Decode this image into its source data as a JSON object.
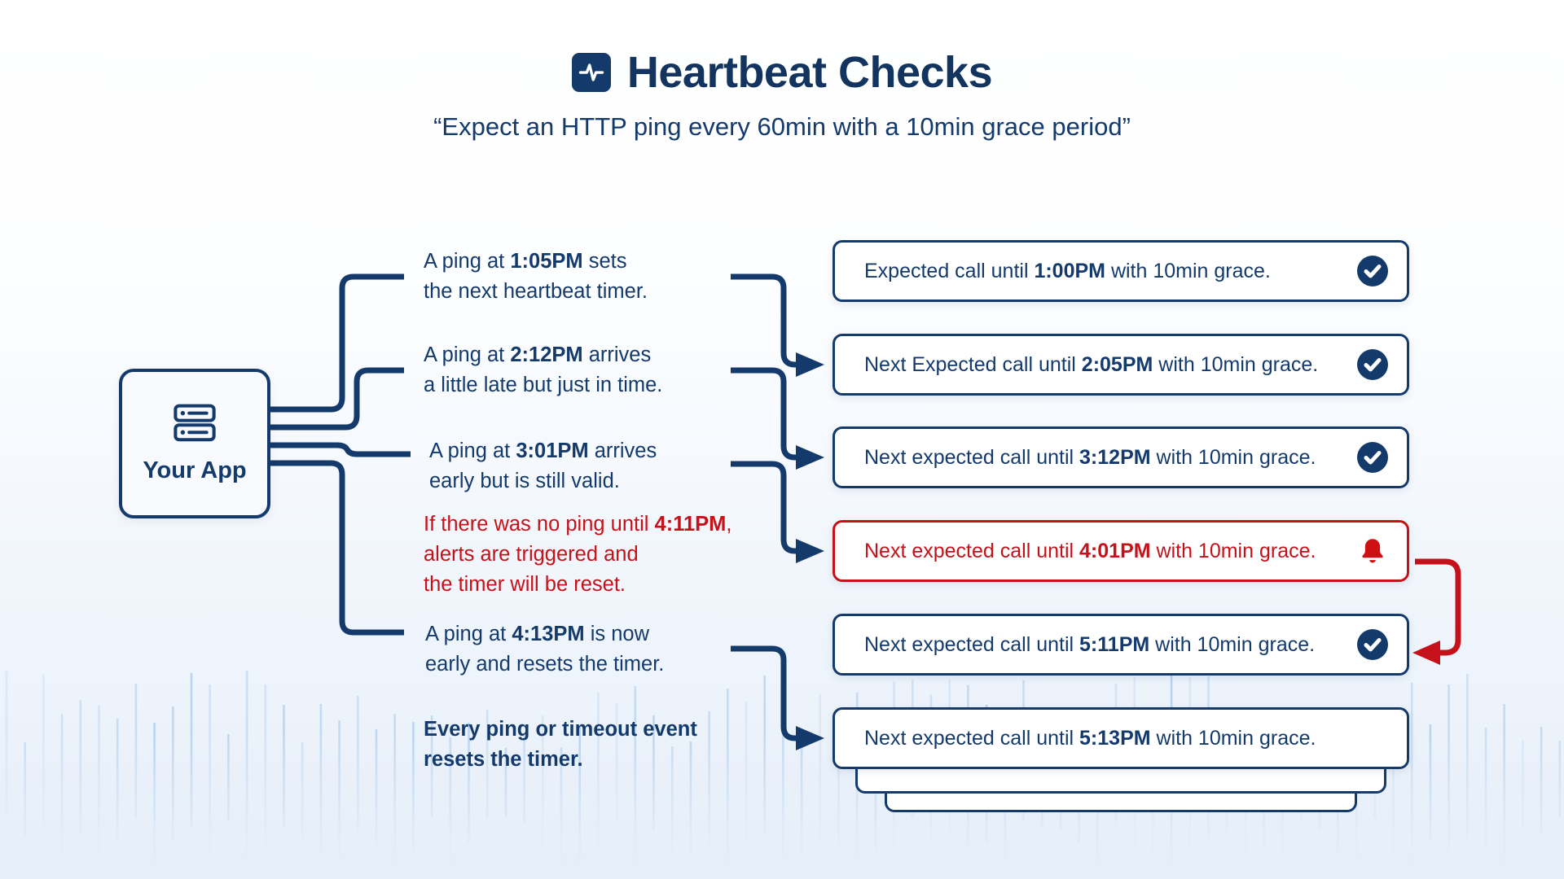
{
  "header": {
    "title": "Heartbeat Checks",
    "subtitle_segments": [
      {
        "text": "“Expect an HTTP ping every "
      },
      {
        "text": "60min",
        "bold": true
      },
      {
        "text": " with a "
      },
      {
        "text": "10min",
        "bold": true
      },
      {
        "text": " grace period”"
      }
    ]
  },
  "app_node": {
    "label": "Your App"
  },
  "annotations": [
    {
      "id": 1,
      "color": "navy",
      "segments": [
        {
          "text": "A ping at "
        },
        {
          "text": "1:05PM",
          "bold": true
        },
        {
          "text": " sets\nthe next heartbeat timer."
        }
      ]
    },
    {
      "id": 2,
      "color": "navy",
      "segments": [
        {
          "text": "A ping at "
        },
        {
          "text": "2:12PM",
          "bold": true
        },
        {
          "text": " arrives\na little late but just in time."
        }
      ]
    },
    {
      "id": 3,
      "color": "navy",
      "segments": [
        {
          "text": "A ping at "
        },
        {
          "text": "3:01PM",
          "bold": true
        },
        {
          "text": " arrives\nearly but is still valid."
        }
      ]
    },
    {
      "id": 4,
      "color": "red",
      "segments": [
        {
          "text": "If there was no ping until "
        },
        {
          "text": "4:11PM",
          "bold": true
        },
        {
          "text": ",\nalerts are triggered and\nthe timer will be reset."
        }
      ]
    },
    {
      "id": 5,
      "color": "navy",
      "segments": [
        {
          "text": "A ping at "
        },
        {
          "text": "4:13PM",
          "bold": true
        },
        {
          "text": " is now\nearly and resets the timer."
        }
      ]
    },
    {
      "id": 6,
      "color": "navy",
      "segments": [
        {
          "text": "Every ping or timeout event\nresets the timer.",
          "bold": true
        }
      ]
    }
  ],
  "status_boxes": [
    {
      "id": 1,
      "state": "ok",
      "icon": "check-icon",
      "segments": [
        {
          "text": "Expected call until "
        },
        {
          "text": "1:00PM",
          "bold": true
        },
        {
          "text": " with 10min grace."
        }
      ]
    },
    {
      "id": 2,
      "state": "ok",
      "icon": "check-icon",
      "segments": [
        {
          "text": "Next Expected call until "
        },
        {
          "text": "2:05PM",
          "bold": true
        },
        {
          "text": " with 10min grace."
        }
      ]
    },
    {
      "id": 3,
      "state": "ok",
      "icon": "check-icon",
      "segments": [
        {
          "text": "Next expected call until "
        },
        {
          "text": "3:12PM",
          "bold": true
        },
        {
          "text": " with 10min grace."
        }
      ]
    },
    {
      "id": 4,
      "state": "alert",
      "icon": "bell-icon",
      "segments": [
        {
          "text": "Next expected call until "
        },
        {
          "text": "4:01PM",
          "bold": true
        },
        {
          "text": " with 10min grace."
        }
      ]
    },
    {
      "id": 5,
      "state": "ok",
      "icon": "check-icon",
      "segments": [
        {
          "text": "Next expected call until "
        },
        {
          "text": "5:11PM",
          "bold": true
        },
        {
          "text": " with 10min grace."
        }
      ]
    },
    {
      "id": 6,
      "state": "pending",
      "icon": null,
      "segments": [
        {
          "text": "Next expected call until "
        },
        {
          "text": "5:13PM",
          "bold": true
        },
        {
          "text": " with 10min grace."
        }
      ]
    }
  ],
  "colors": {
    "navy": "#143A6C",
    "red": "#C5121A",
    "background_tint": "#E7EFF9",
    "waveform_blue": "#8FBCE8"
  }
}
